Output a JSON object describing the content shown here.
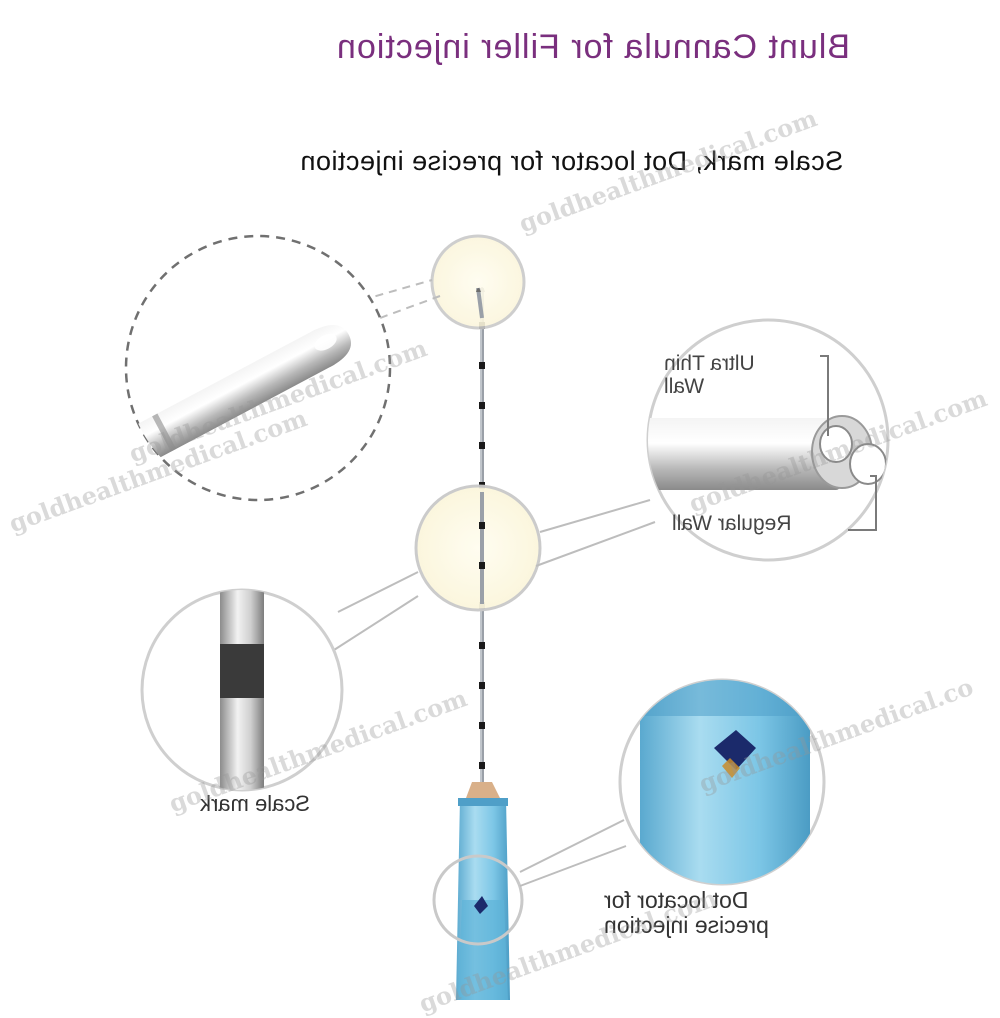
{
  "title": "Blunt Cannula for Filler injection",
  "subtitle": "Scale mark, Dot locator for precise injection",
  "callouts": {
    "wall_top": "Ultra Thin",
    "wall_bottom": "Wall",
    "regular_wall": "Regular Wall",
    "scale_mark": "Scale mark",
    "dot_locator_line1": "Dot locator for",
    "dot_locator_line2": "precise injection"
  },
  "watermark": "goldhealthmedical.com",
  "colors": {
    "title": "#7a2f7e",
    "hub_blue": "#6ec3e3",
    "dot_locator": "#1b2a6b"
  }
}
